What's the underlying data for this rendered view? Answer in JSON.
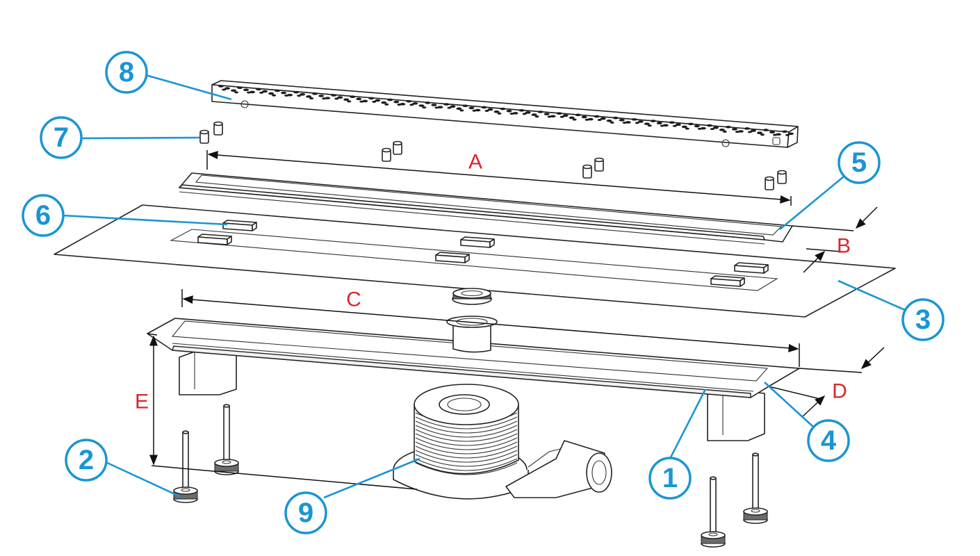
{
  "diagram": {
    "callouts": [
      "8",
      "7",
      "6",
      "5",
      "3",
      "4",
      "1",
      "2",
      "9"
    ],
    "dimensions": [
      "A",
      "B",
      "C",
      "D",
      "E"
    ],
    "colors": {
      "callout": "#1a95d3",
      "dimension_label": "#d7262b",
      "line": "#222222"
    }
  }
}
